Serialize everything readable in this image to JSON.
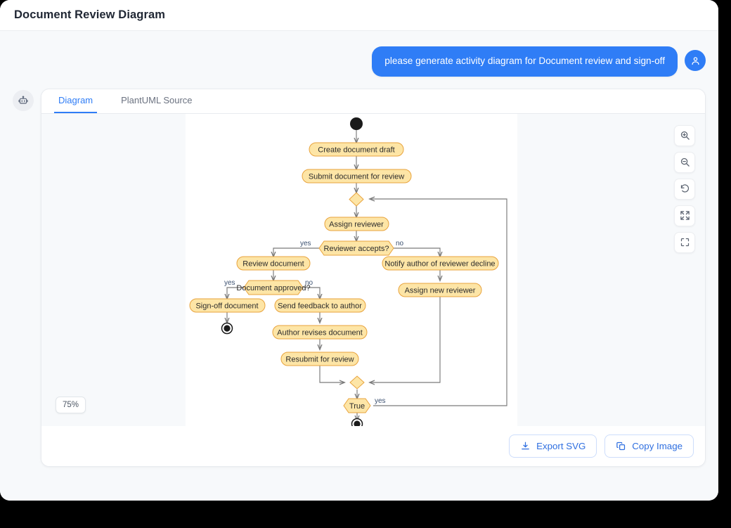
{
  "window": {
    "title": "Document Review Diagram"
  },
  "conversation": {
    "user_avatar_icon": "user-icon",
    "bot_avatar_icon": "robot-icon",
    "user_message": "please generate activity diagram for Document review and sign-off"
  },
  "card": {
    "tabs": [
      {
        "label": "Diagram",
        "active": true
      },
      {
        "label": "PlantUML Source",
        "active": false
      }
    ],
    "zoom_level": "75%",
    "controls": [
      {
        "name": "zoom-in-icon",
        "title": "Zoom in"
      },
      {
        "name": "zoom-out-icon",
        "title": "Zoom out"
      },
      {
        "name": "reset-icon",
        "title": "Reset view"
      },
      {
        "name": "fit-screen-icon",
        "title": "Fit to screen"
      },
      {
        "name": "fullscreen-icon",
        "title": "Fullscreen"
      }
    ],
    "actions": [
      {
        "label": "Export SVG",
        "icon": "download-icon"
      },
      {
        "label": "Copy Image",
        "icon": "copy-icon"
      }
    ]
  },
  "diagram": {
    "type": "activity-diagram",
    "colors": {
      "node_fill": "#fde5a6",
      "node_stroke": "#e8a33d",
      "edge_stroke": "#7a7a7a",
      "text": "#2b2b2b",
      "label_text": "#3b5070",
      "terminal": "#1a1a1a"
    },
    "nodes": [
      {
        "id": "start",
        "kind": "start",
        "label": ""
      },
      {
        "id": "a1",
        "kind": "action",
        "label": "Create document draft"
      },
      {
        "id": "a2",
        "kind": "action",
        "label": "Submit document for review"
      },
      {
        "id": "m1",
        "kind": "merge",
        "label": ""
      },
      {
        "id": "a3",
        "kind": "action",
        "label": "Assign reviewer"
      },
      {
        "id": "d1",
        "kind": "decision",
        "label": "Reviewer accepts?"
      },
      {
        "id": "a4",
        "kind": "action",
        "label": "Review document"
      },
      {
        "id": "a5",
        "kind": "action",
        "label": "Notify author of reviewer decline"
      },
      {
        "id": "d2",
        "kind": "decision",
        "label": "Document approved?"
      },
      {
        "id": "a6",
        "kind": "action",
        "label": "Assign new reviewer"
      },
      {
        "id": "a7",
        "kind": "action",
        "label": "Sign-off document"
      },
      {
        "id": "a8",
        "kind": "action",
        "label": "Send feedback to author"
      },
      {
        "id": "end1",
        "kind": "end",
        "label": ""
      },
      {
        "id": "a9",
        "kind": "action",
        "label": "Author revises document"
      },
      {
        "id": "a10",
        "kind": "action",
        "label": "Resubmit for review"
      },
      {
        "id": "m2",
        "kind": "merge",
        "label": ""
      },
      {
        "id": "d3",
        "kind": "decision",
        "label": "True"
      },
      {
        "id": "end2",
        "kind": "end",
        "label": ""
      }
    ],
    "edge_labels": [
      {
        "from": "d1",
        "to": "a4",
        "label": "yes"
      },
      {
        "from": "d1",
        "to": "a5",
        "label": "no"
      },
      {
        "from": "d2",
        "to": "a7",
        "label": "yes"
      },
      {
        "from": "d2",
        "to": "a8",
        "label": "no"
      },
      {
        "from": "d3",
        "to": "m1",
        "label": "yes"
      }
    ]
  }
}
